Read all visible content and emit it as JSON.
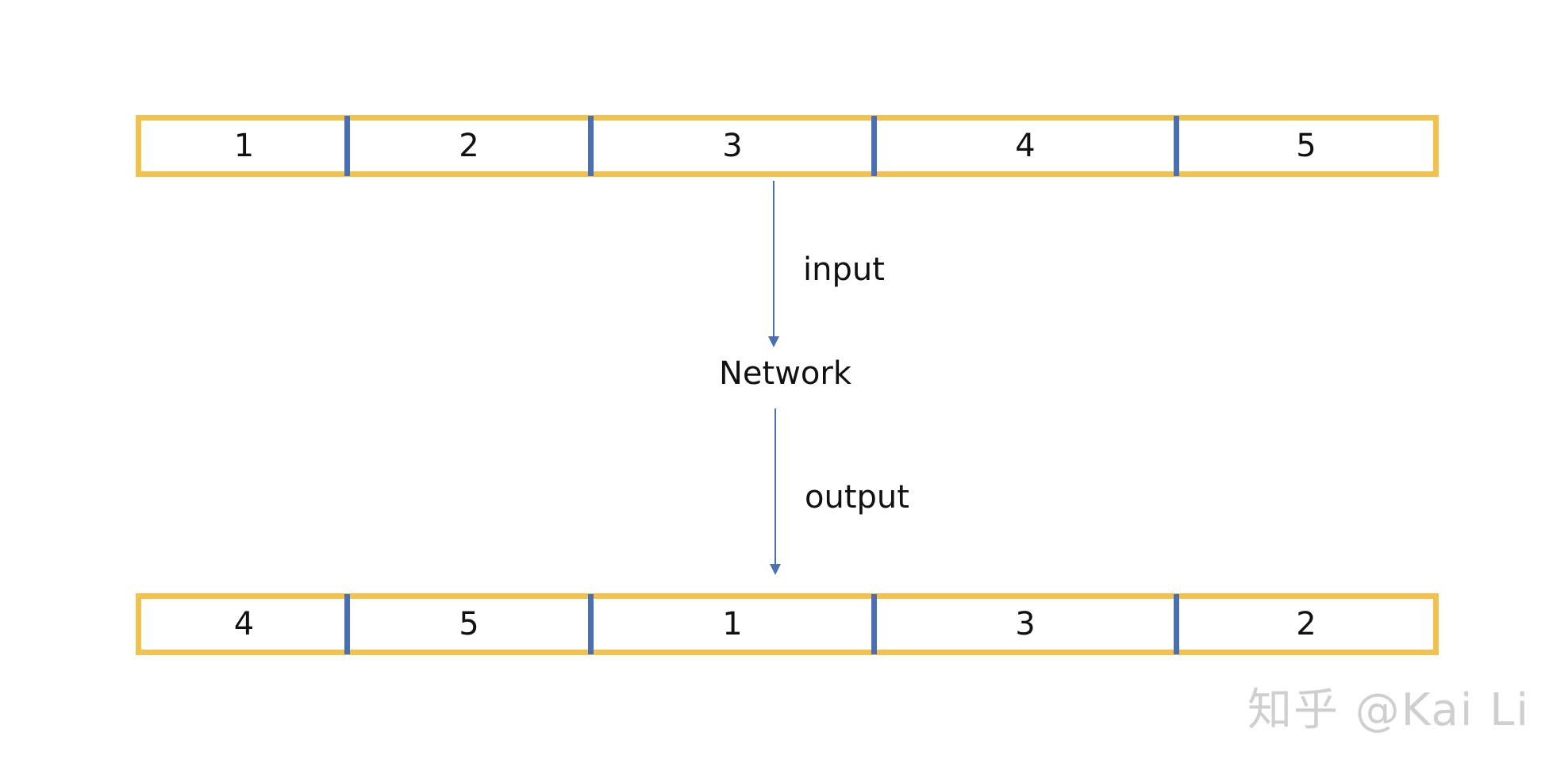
{
  "top_sequence": [
    "1",
    "2",
    "3",
    "4",
    "5"
  ],
  "bottom_sequence": [
    "4",
    "5",
    "1",
    "3",
    "2"
  ],
  "input_label": "input",
  "network_label": "Network",
  "output_label": "output",
  "watermark": "知乎 @Kai Li",
  "colors": {
    "strip_border": "#F2C14E",
    "divider": "#4A6FB5",
    "arrow": "#4A6FB5"
  }
}
